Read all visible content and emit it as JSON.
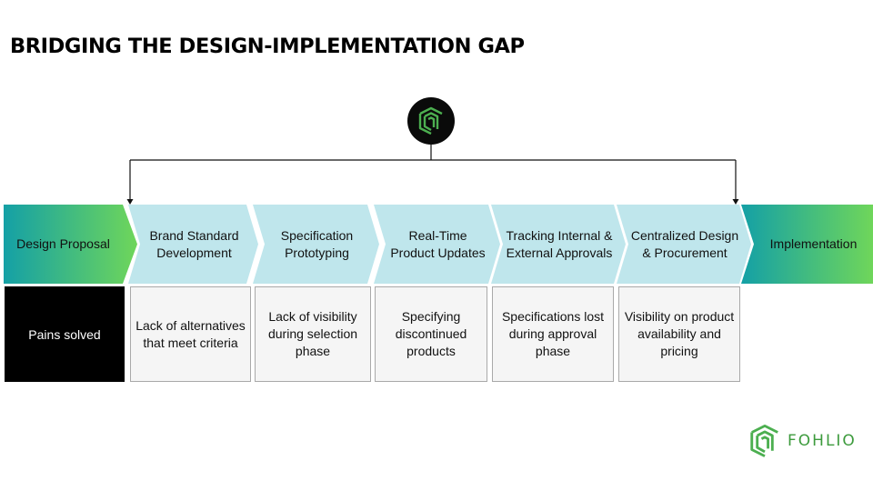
{
  "title": "BRIDGING THE DESIGN-IMPLEMENTATION GAP",
  "icons": {
    "top_logo": "fohlio-cube-logo-icon",
    "bottom_logo": "fohlio-cube-logo-icon"
  },
  "colors": {
    "gradient_start": "#14a0a6",
    "gradient_end": "#6fd65a",
    "step_fill": "#bfe6ec",
    "pains_label_bg": "#000000",
    "pain_box_bg": "#f5f5f5",
    "logo_green": "#4caf50",
    "brand_text": "#3d9b3d"
  },
  "flow": {
    "start": "Design Proposal",
    "end": "Implementation",
    "steps": [
      {
        "label": "Brand Standard Development",
        "pain": "Lack of alternatives that meet criteria"
      },
      {
        "label": "Specification Prototyping",
        "pain": "Lack of visibility during selection phase"
      },
      {
        "label": "Real-Time Product Updates",
        "pain": "Specifying discontinued products"
      },
      {
        "label": "Tracking Internal & External Approvals",
        "pain": "Specifications lost during approval phase"
      },
      {
        "label": "Centralized Design & Procurement",
        "pain": "Visibility on product availability and pricing"
      }
    ]
  },
  "pains_label": "Pains solved",
  "brand": {
    "name": "FOHLIO"
  }
}
